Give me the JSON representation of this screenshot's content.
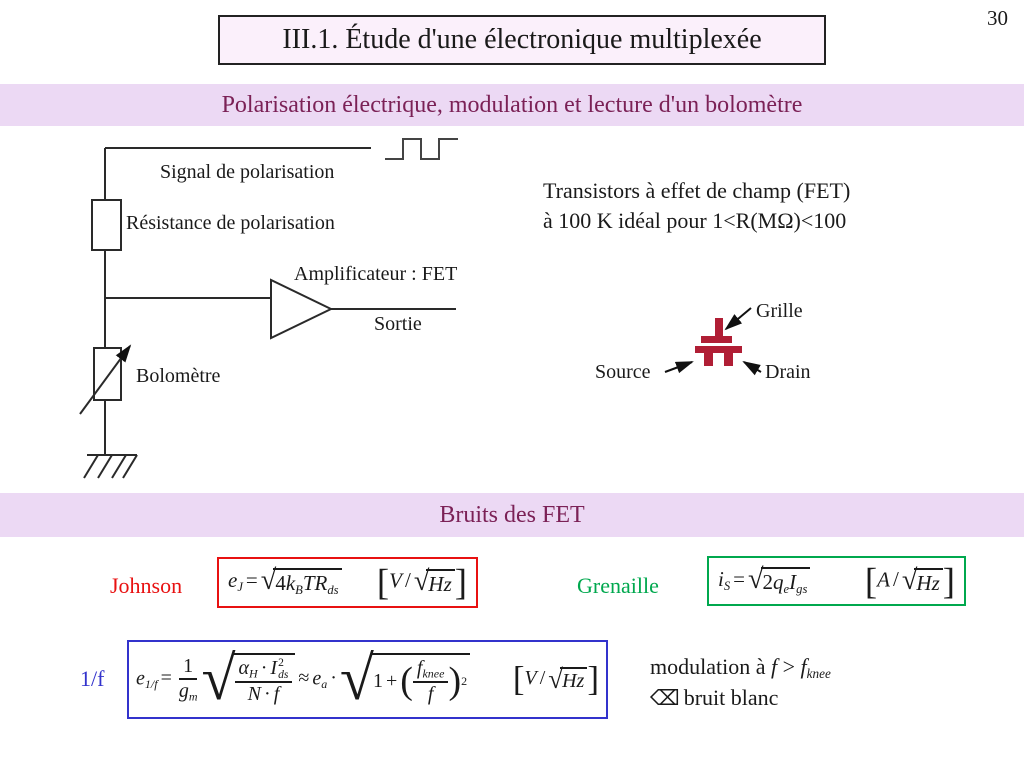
{
  "page": {
    "number": "30"
  },
  "header": {
    "title": "III.1. Étude d'une électronique multiplexée"
  },
  "banners": {
    "top": "Polarisation électrique, modulation et lecture d'un bolomètre",
    "noise": "Bruits des FET"
  },
  "circuit": {
    "signal_label": "Signal de polarisation",
    "resistor_label": "Résistance de polarisation",
    "amplifier_label": "Amplificateur : FET",
    "output_label": "Sortie",
    "bolometer_label": "Bolomètre"
  },
  "fet": {
    "intro_line1": "Transistors à effet de champ (FET)",
    "intro_line2": "à 100 K idéal pour 1<R(MΩ)<100",
    "gate_label": "Grille",
    "source_label": "Source",
    "drain_label": "Drain"
  },
  "glyphs": {
    "radical": "√",
    "equals": "=",
    "approx": "≈",
    "dot": "·",
    "plus": "+",
    "slash": "/",
    "lparen": "(",
    "rparen": ")",
    "lbracket": "[",
    "rbracket": "]"
  },
  "noise": {
    "johnson": {
      "label": "Johnson",
      "e": "e",
      "e_sub": "J",
      "rad_coef": "4",
      "rad_k": "k",
      "rad_k_sub": "B",
      "rad_tr": "TR",
      "rad_tr_sub": "ds",
      "unit_v": "V",
      "unit_hz": "Hz"
    },
    "grenaille": {
      "label": "Grenaille",
      "i": "i",
      "i_sub": "S",
      "rad_coef": "2",
      "rad_q": "q",
      "rad_q_sub": "e",
      "rad_i": "I",
      "rad_i_sub": "gs",
      "unit_a": "A",
      "unit_hz": "Hz"
    },
    "flicker": {
      "label": "1/f",
      "e": "e",
      "e_sub": "1/f",
      "one": "1",
      "gm": "g",
      "gm_sub": "m",
      "alpha": "α",
      "alpha_sub": "H",
      "big_i": "I",
      "big_i_sup": "2",
      "big_i_sub": "ds",
      "cap_n": "N",
      "small_f": "f",
      "ea": "e",
      "ea_sub": "a",
      "rad2_one": "1",
      "fknee": "f",
      "fknee_sub": "knee",
      "fden": "f",
      "sup2": "2",
      "unit_v": "V",
      "unit_hz": "Hz"
    },
    "modulation": {
      "prefix": "modulation à ",
      "f1": "f",
      "gt": " > ",
      "f2": "f",
      "f2_sub": "knee",
      "icon": "⌫",
      "text": "bruit blanc"
    }
  },
  "colors": {
    "banner_bg": "#ECD9F4",
    "banner_text": "#7B2156",
    "title_box_bg": "#FBF0FB",
    "johnson": "#E81111",
    "grenaille": "#00A84E",
    "flicker": "#3333CC",
    "fet_symbol": "#B01E35"
  }
}
